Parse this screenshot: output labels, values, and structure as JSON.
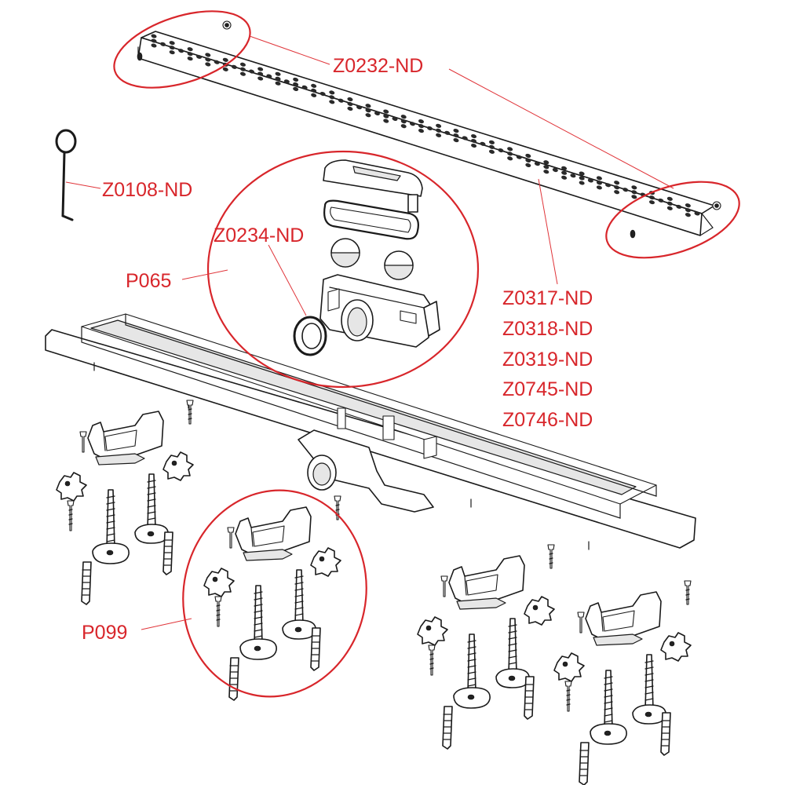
{
  "labels": {
    "grate": "Z0232-ND",
    "hook": "Z0108-ND",
    "seal": "Z0234-ND",
    "siphon_set": "P065",
    "frame_codes": [
      "Z0317-ND",
      "Z0318-ND",
      "Z0319-ND",
      "Z0745-ND",
      "Z0746-ND"
    ],
    "feet_set": "P099"
  },
  "colors": {
    "label": "#d8262b",
    "callout": "#d8262b",
    "leader": "#e0353a",
    "outline": "#1a1a1a"
  }
}
